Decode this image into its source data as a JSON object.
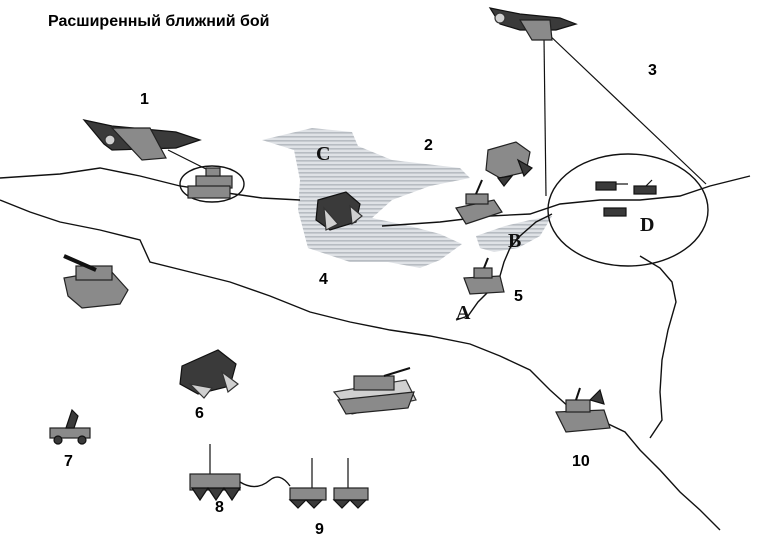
{
  "title": "Расширенный ближний бой",
  "labels": {
    "n1": "1",
    "n2": "2",
    "n3": "3",
    "n4": "4",
    "n5": "5",
    "n6": "6",
    "n7": "7",
    "n8": "8",
    "n9": "9",
    "n10": "10"
  },
  "zones": {
    "a": "A",
    "b": "B",
    "c": "C",
    "d": "D"
  },
  "colors": {
    "ink": "#111111",
    "zone_fill": "#cfd3d8"
  }
}
